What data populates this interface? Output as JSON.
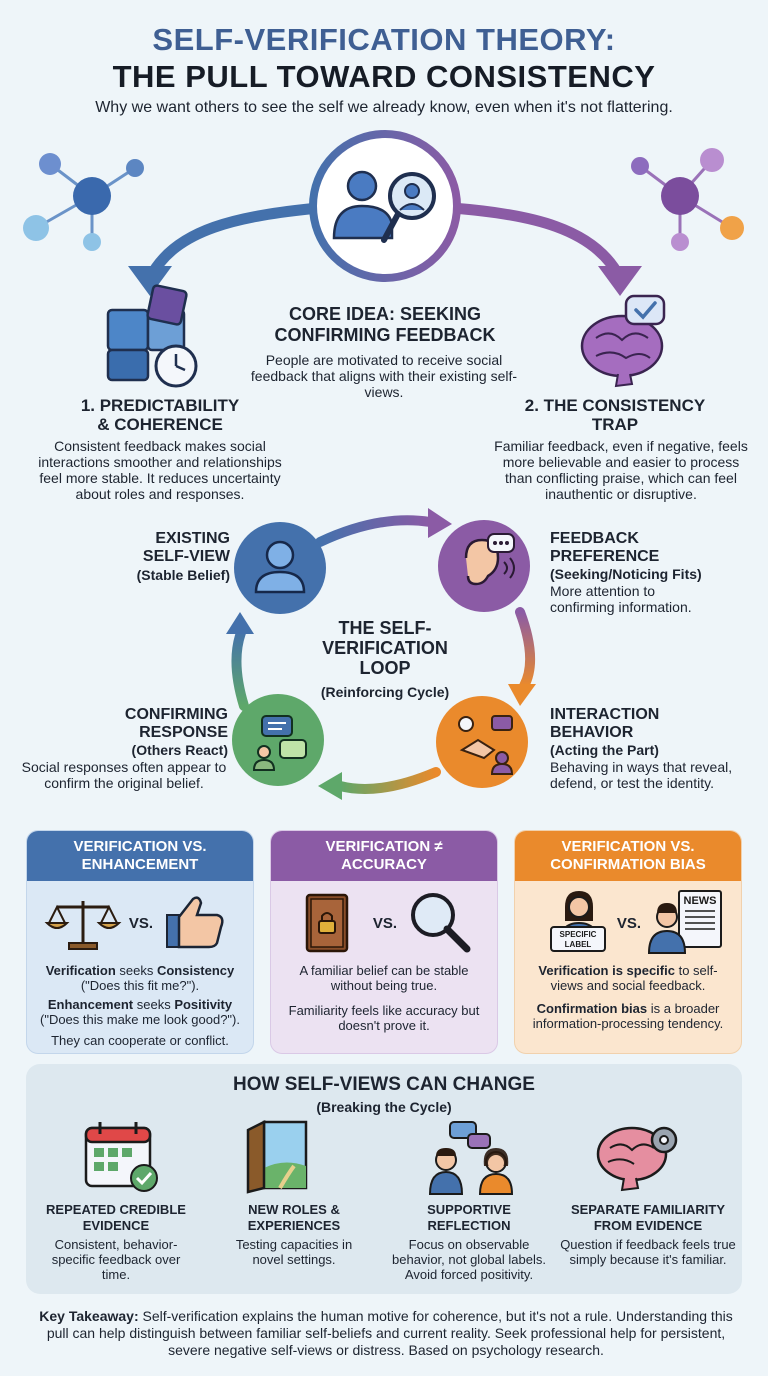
{
  "header": {
    "title_line1": "SELF-VERIFICATION THEORY:",
    "title_line2": "THE PULL TOWARD CONSISTENCY",
    "subtitle": "Why we want others to see the self we already know, even when it's not flattering."
  },
  "core_idea": {
    "heading_line1": "CORE IDEA: SEEKING",
    "heading_line2": "CONFIRMING FEEDBACK",
    "text": "People are motivated to receive social feedback that aligns with their existing self-views."
  },
  "predictability": {
    "heading_line1": "1. PREDICTABILITY",
    "heading_line2": "& COHERENCE",
    "text": "Consistent feedback makes social interactions smoother and relationships feel more stable. It reduces uncertainty about roles and responses."
  },
  "consistency_trap": {
    "heading_line1": "2. THE CONSISTENCY",
    "heading_line2": "TRAP",
    "text": "Familiar feedback, even if negative, feels more believable and easier to process than conflicting praise, which can feel inauthentic or disruptive."
  },
  "loop": {
    "title_line1": "THE SELF-",
    "title_line2": "VERIFICATION",
    "title_line3": "LOOP",
    "subtitle": "(Reinforcing Cycle)",
    "existing": {
      "line1": "EXISTING",
      "line2": "SELF-VIEW",
      "sub": "(Stable Belief)"
    },
    "feedback": {
      "line1": "FEEDBACK",
      "line2": "PREFERENCE",
      "sub": "(Seeking/Noticing Fits)",
      "text": "More attention to confirming information."
    },
    "interaction": {
      "line1": "INTERACTION",
      "line2": "BEHAVIOR",
      "sub": "(Acting the Part)",
      "text": "Behaving in ways that reveal, defend, or test the identity."
    },
    "confirming": {
      "line1": "CONFIRMING",
      "line2": "RESPONSE",
      "sub": "(Others React)",
      "text": "Social responses often appear to confirm the original belief."
    }
  },
  "cards": {
    "enhancement": {
      "head_line1": "VERIFICATION VS.",
      "head_line2": "ENHANCEMENT",
      "vs": "VS.",
      "p1_bold1": "Verification",
      "p1_mid": " seeks ",
      "p1_bold2": "Consistency",
      "p1_rest": "(\"Does this fit me?\").",
      "p2_bold1": "Enhancement",
      "p2_mid": " seeks ",
      "p2_bold2": "Positivity",
      "p2_rest": "(\"Does this make me look good?\").",
      "p3": "They can cooperate or conflict."
    },
    "accuracy": {
      "head_line1": "VERIFICATION ≠",
      "head_line2": "ACCURACY",
      "vs": "VS.",
      "p1": "A familiar belief can be stable without being true.",
      "p2": "Familiarity feels like accuracy but doesn't prove it."
    },
    "confirmation": {
      "head_line1": "VERIFICATION VS.",
      "head_line2": "CONFIRMATION BIAS",
      "vs": "VS.",
      "label_line1": "SPECIFIC",
      "label_line2": "LABEL",
      "news": "NEWS",
      "p1_bold1": "Verification",
      "p1_mid": " is ",
      "p1_bold2": "specific",
      "p1_rest": " to self-views and social feedback.",
      "p2_bold": "Confirmation bias",
      "p2_rest": " is a broader information-processing tendency."
    }
  },
  "change": {
    "title": "HOW SELF-VIEWS CAN CHANGE",
    "subtitle": "(Breaking the Cycle)",
    "items": [
      {
        "head_line1": "REPEATED CREDIBLE",
        "head_line2": "EVIDENCE",
        "text": "Consistent, behavior-specific feedback over time."
      },
      {
        "head_line1": "NEW ROLES &",
        "head_line2": "EXPERIENCES",
        "text": "Testing capacities in novel settings."
      },
      {
        "head_line1": "SUPPORTIVE",
        "head_line2": "REFLECTION",
        "text": "Focus on observable behavior, not global labels. Avoid forced positivity."
      },
      {
        "head_line1": "SEPARATE FAMILIARITY",
        "head_line2": "FROM EVIDENCE",
        "text": "Question if feedback feels true simply because it's familiar."
      }
    ]
  },
  "takeaway": {
    "label": "Key Takeaway:",
    "text": " Self-verification explains the human motive for coherence, but it's not a rule. Understanding this pull can help distinguish between familiar self-beliefs and current reality. Seek professional help for persistent, severe negative self-views or distress. Based on psychology research."
  },
  "colors": {
    "blue": "#4471ac",
    "purple": "#8b5ba5",
    "orange": "#ea8a2c",
    "green": "#5ea86a",
    "title_blue": "#3f5f93"
  }
}
